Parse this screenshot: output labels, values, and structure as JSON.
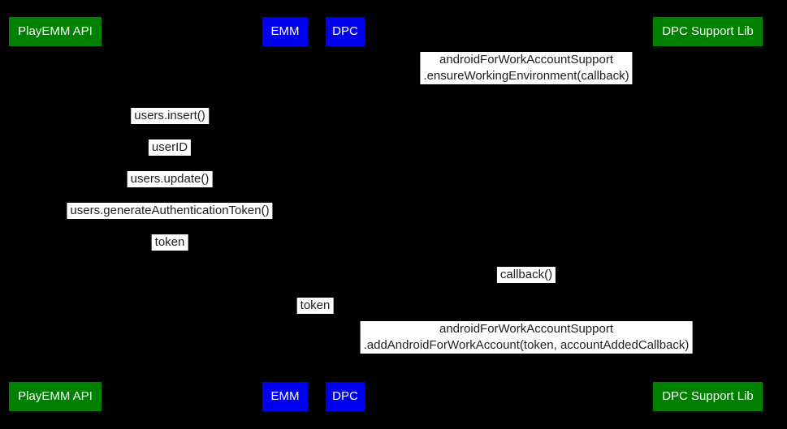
{
  "diagram": {
    "background": "#000000",
    "label_bg": "#FFFFFF",
    "label_text_color": "#212121",
    "actor_text_color": "#FFFFFF",
    "actor_green": "#008000",
    "actor_blue": "#0000EE"
  },
  "actors": {
    "playemm_api": {
      "label": "PlayEMM API",
      "color": "#008000"
    },
    "emm": {
      "label": "EMM",
      "color": "#0000EE"
    },
    "dpc": {
      "label": "DPC",
      "color": "#0000EE"
    },
    "dpc_support_lib": {
      "label": "DPC Support Lib",
      "color": "#008000"
    }
  },
  "messages": [
    {
      "line1": "androidForWorkAccountSupport",
      "line2": ".ensureWorkingEnvironment(callback)"
    },
    {
      "line1": "users.insert()"
    },
    {
      "line1": "userID"
    },
    {
      "line1": "users.update()"
    },
    {
      "line1": "users.generateAuthenticationToken()"
    },
    {
      "line1": "token"
    },
    {
      "line1": "callback()"
    },
    {
      "line1": "token"
    },
    {
      "line1": "androidForWorkAccountSupport",
      "line2": ".addAndroidForWorkAccount(token, accountAddedCallback)"
    }
  ]
}
